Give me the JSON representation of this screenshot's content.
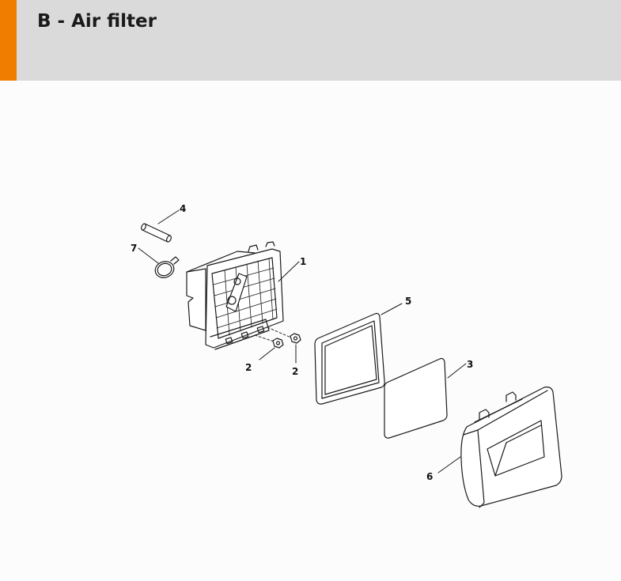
{
  "header": {
    "title": "B - Air filter"
  },
  "colors": {
    "accent": "#f07d00",
    "header_bg": "#dadada",
    "line": "#1a1a1a"
  },
  "parts": [
    {
      "number": "1",
      "name": "air-filter-housing"
    },
    {
      "number": "2",
      "name": "nut"
    },
    {
      "number": "2",
      "name": "nut"
    },
    {
      "number": "3",
      "name": "pre-filter"
    },
    {
      "number": "4",
      "name": "pin"
    },
    {
      "number": "5",
      "name": "filter-element"
    },
    {
      "number": "6",
      "name": "filter-cover"
    },
    {
      "number": "7",
      "name": "clamp"
    }
  ]
}
